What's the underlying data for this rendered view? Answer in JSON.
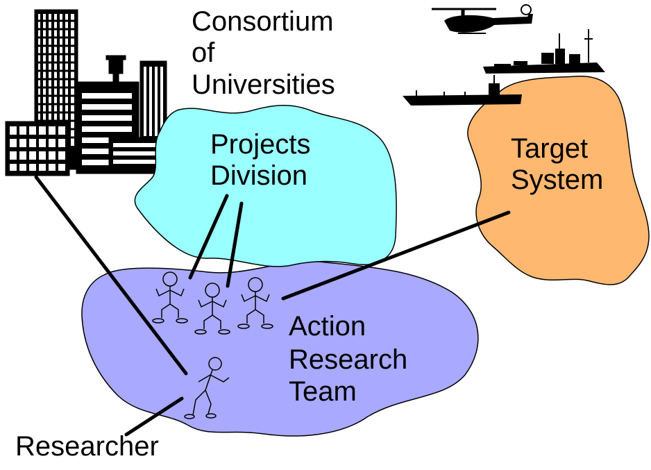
{
  "labels": {
    "consortium": [
      "Consortium",
      "of",
      "Universities"
    ],
    "projects": [
      "Projects",
      "Division"
    ],
    "target": [
      "Target",
      "System"
    ],
    "action": [
      "Action",
      "Research",
      "Team"
    ],
    "researcher": "Researcher"
  },
  "colors": {
    "projects_blob": "#99ffff",
    "target_blob": "#ffb870",
    "team_blob": "#a9a9ff",
    "ink": "#000000"
  },
  "icons": [
    "office-buildings-icon",
    "helicopter-icon",
    "warship-icon",
    "stick-figure-icon",
    "running-researcher-icon"
  ]
}
